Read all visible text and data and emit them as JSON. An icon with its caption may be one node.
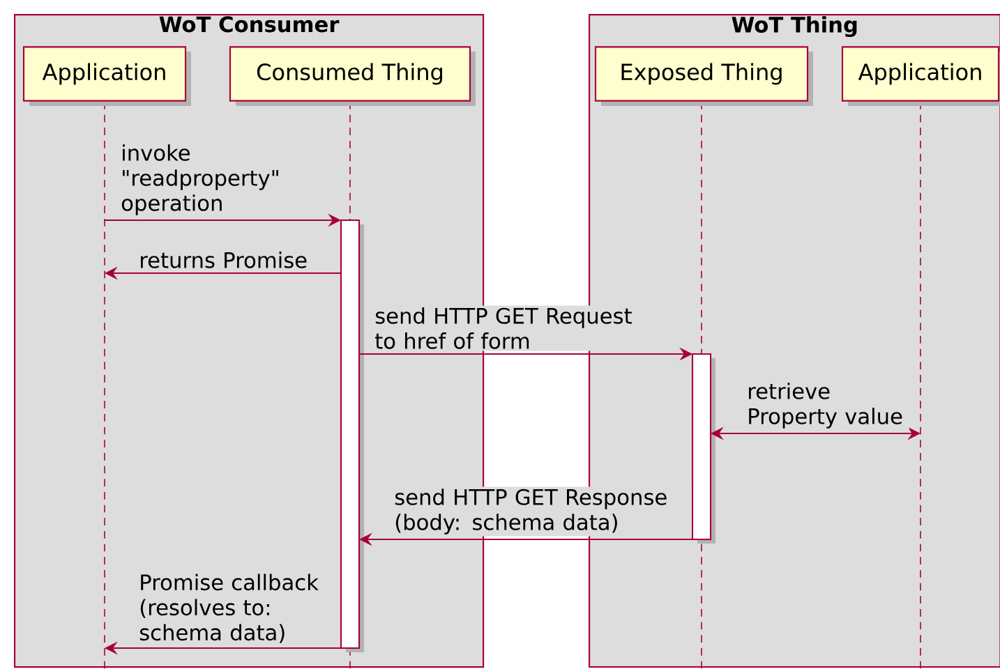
{
  "diagram": {
    "nodes": [
      {
        "text": [
          "WoT Consumer"
        ]
      },
      {
        "text": [
          "WoT Thing"
        ]
      },
      {
        "text": [
          "Application"
        ],
        "in": 0
      },
      {
        "text": [
          "Consumed Thing"
        ],
        "in": 0
      },
      {
        "text": [
          "Exposed Thing"
        ],
        "in": 1
      },
      {
        "text": [
          "Application"
        ],
        "in": 1
      }
    ],
    "edges": [
      {
        "from": 2,
        "to": 3,
        "arrow": "to",
        "label": "invoke \"readproperty\" operation"
      },
      {
        "from": 3,
        "to": 2,
        "arrow": "to",
        "label": "returns Promise"
      },
      {
        "from": 3,
        "to": 4,
        "arrow": "to",
        "label": "send HTTP GET Request to href of form"
      },
      {
        "from": 4,
        "to": 5,
        "arrow": "both",
        "label": "retrieve Property value"
      },
      {
        "from": 4,
        "to": 3,
        "arrow": "to",
        "label": "send HTTP GET Response (body: schema data)"
      },
      {
        "from": 3,
        "to": 2,
        "arrow": "to",
        "label": "Promise callback (resolves to: schema data)"
      }
    ]
  }
}
